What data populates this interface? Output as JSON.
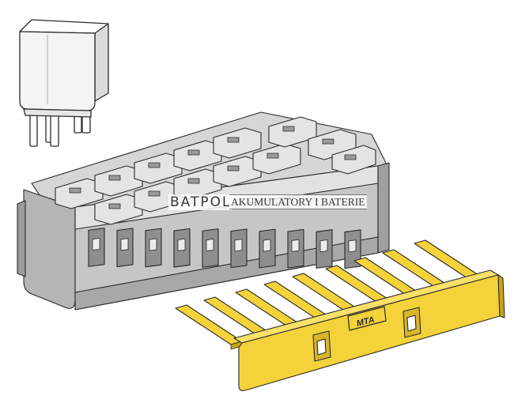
{
  "watermark": {
    "brand": "BATPOL",
    "tagline": "AKUMULATORY I BATERIE"
  },
  "comb": {
    "logo_text": "MTA"
  },
  "colors": {
    "outline": "#2a2a2a",
    "housing_fill": "#c9c9c9",
    "housing_light": "#e4e4e4",
    "housing_dark": "#8e8e8e",
    "relay_fill": "#f2f2f2",
    "comb_fill": "#f4d23a",
    "comb_dark": "#c9a51c"
  }
}
